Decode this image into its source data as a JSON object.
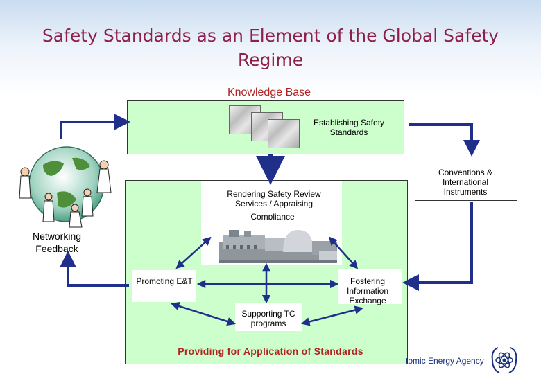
{
  "title": "Safety Standards as an Element of the Global Safety Regime",
  "knowledge_base": "Knowledge Base",
  "establishing": "Establishing Safety Standards",
  "conventions": "Conventions & International Instruments",
  "rendering_review": "Rendering Safety Review Services / Appraising",
  "compliance": "Compliance",
  "networking": "Networking Feedback",
  "promoting": "Promoting E&T",
  "fostering": "Fostering Information Exchange",
  "supporting": "Supporting TC programs",
  "providing": "Providing for Application of Standards",
  "footer_agency": "tomic Energy Agency",
  "colors": {
    "title": "#8e1f4a",
    "box_fill": "#ccffcc",
    "arrow": "#1f2f8a",
    "providing_text": "#b22222",
    "knowledge_text": "#b22222"
  }
}
